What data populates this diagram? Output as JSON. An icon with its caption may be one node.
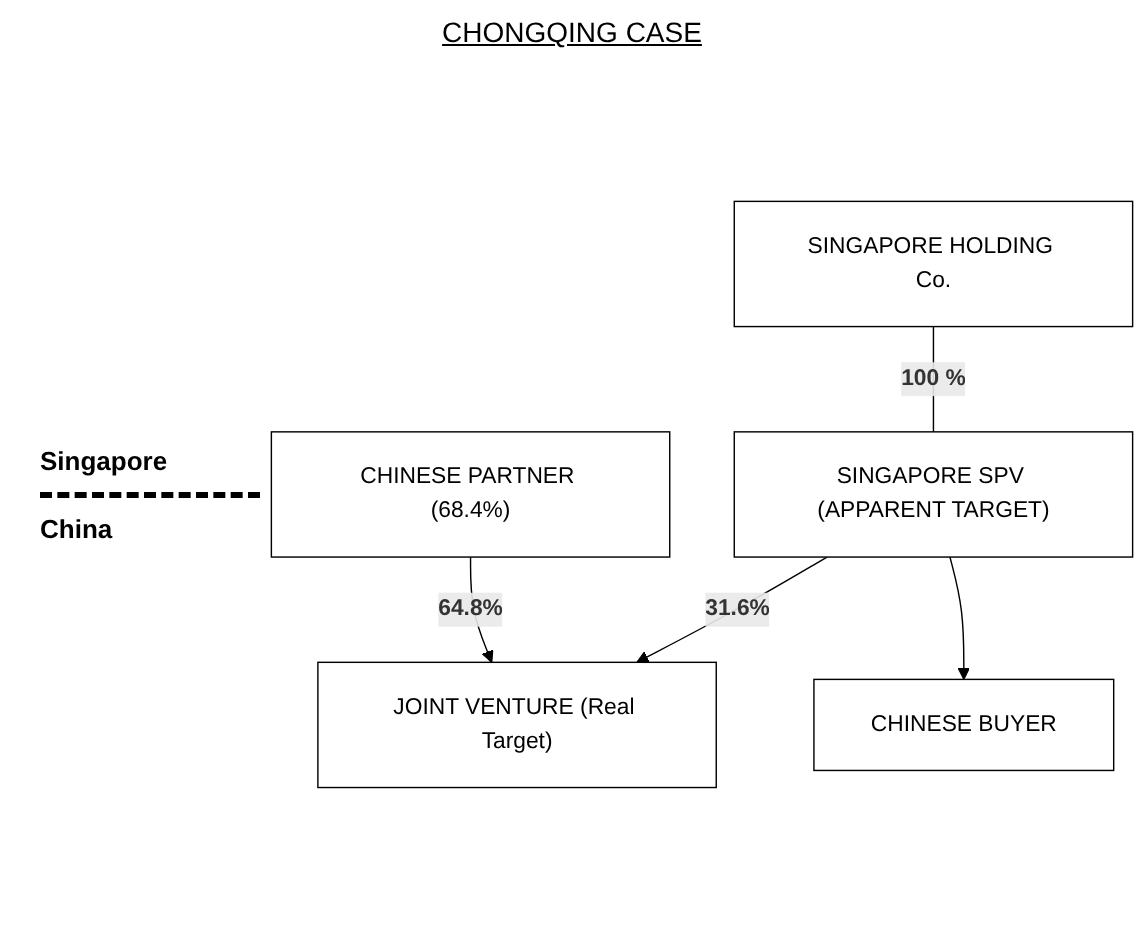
{
  "diagram": {
    "title": "CHONGQING CASE",
    "nodes": [
      {
        "text": [
          "SINGAPORE HOLDING Co."
        ]
      },
      {
        "text": [
          "SINGAPORE SPV (APPARENT TARGET)"
        ]
      },
      {
        "text": [
          "CHINESE PARTNER (68.4%)"
        ]
      },
      {
        "text": [
          "JOINT VENTURE (Real Target)"
        ]
      },
      {
        "text": [
          "CHINESE BUYER"
        ]
      }
    ],
    "edges": [
      {
        "from": 0,
        "to": 1,
        "arrow": "none",
        "label": "100 %"
      },
      {
        "from": 1,
        "to": 3,
        "arrow": "to",
        "label": "31.6%"
      },
      {
        "from": 2,
        "to": 3,
        "arrow": "to",
        "label": "64.8%"
      },
      {
        "from": 1,
        "to": 4,
        "arrow": "to"
      }
    ],
    "labels": [
      "Singapore",
      "China"
    ]
  }
}
